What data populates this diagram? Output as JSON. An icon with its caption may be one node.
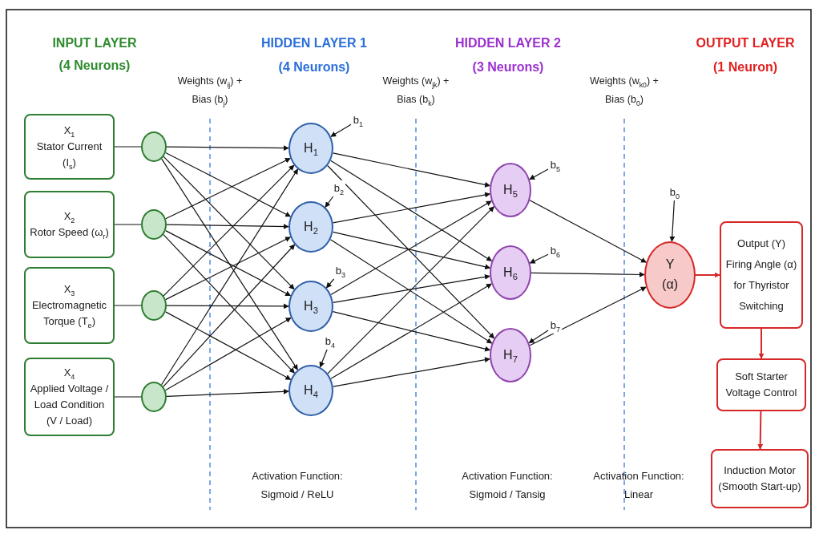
{
  "diagram": {
    "nodes": [
      {
        "text": [
          "X$_{1}$",
          "Stator Current (I$_{s}$)"
        ]
      },
      {
        "text": [
          "X$_{2}$",
          "Rotor Speed (ω$_{r}$)"
        ]
      },
      {
        "text": [
          "X$_{3}$",
          "Electromagnetic Torque (T$_{e}$)"
        ]
      },
      {
        "text": [
          "X$_{4}$",
          "Applied Voltage / Load Condition (V / Load)"
        ]
      },
      {
        "text": [],
        "shape": "circle"
      },
      {
        "text": [],
        "shape": "circle"
      },
      {
        "text": [],
        "shape": "circle"
      },
      {
        "text": [],
        "shape": "circle"
      },
      {
        "text": [
          "H$_{1}$"
        ]
      },
      {
        "text": [
          "H$_{2}$"
        ]
      },
      {
        "text": [
          "H$_{3}$"
        ]
      },
      {
        "text": [
          "H$_{4}$"
        ]
      },
      {
        "text": [
          "H$_{5}$"
        ]
      },
      {
        "text": [
          "H$_{6}$"
        ]
      },
      {
        "text": [
          "H$_{7}$"
        ]
      },
      {
        "text": [
          "Y (α)"
        ]
      },
      {
        "text": [
          "Output (Y) Firing Angle (α) for Thyristor Switching"
        ]
      },
      {
        "text": [
          "Soft Starter Voltage Control"
        ]
      },
      {
        "text": [
          "Induction Motor (Smooth Start-up)"
        ]
      },
      {
        "text": [
          "b$_{1}$"
        ]
      },
      {
        "text": [
          "b$_{2}$"
        ]
      },
      {
        "text": [
          "b$_{3}$"
        ]
      },
      {
        "text": [
          "b$_{4}$"
        ]
      },
      {
        "text": [
          "b$_{5}$"
        ]
      },
      {
        "text": [
          "b$_{6}$"
        ]
      },
      {
        "text": [
          "b$_{7}$"
        ]
      },
      {
        "text": [
          "b$_{0}$"
        ]
      }
    ],
    "edges": [
      {
        "from": 0,
        "to": 4,
        "arrow": "none"
      },
      {
        "from": 1,
        "to": 5,
        "arrow": "none"
      },
      {
        "from": 2,
        "to": 6,
        "arrow": "none"
      },
      {
        "from": 3,
        "to": 7,
        "arrow": "none"
      },
      {
        "from": 4,
        "to": 8,
        "arrow": "to"
      },
      {
        "from": 4,
        "to": 9,
        "arrow": "to"
      },
      {
        "from": 4,
        "to": 10,
        "arrow": "to"
      },
      {
        "from": 4,
        "to": 11,
        "arrow": "to"
      },
      {
        "from": 5,
        "to": 8,
        "arrow": "to"
      },
      {
        "from": 5,
        "to": 9,
        "arrow": "to"
      },
      {
        "from": 5,
        "to": 10,
        "arrow": "to"
      },
      {
        "from": 5,
        "to": 11,
        "arrow": "to"
      },
      {
        "from": 6,
        "to": 8,
        "arrow": "to"
      },
      {
        "from": 6,
        "to": 9,
        "arrow": "to"
      },
      {
        "from": 6,
        "to": 10,
        "arrow": "to"
      },
      {
        "from": 6,
        "to": 11,
        "arrow": "to"
      },
      {
        "from": 7,
        "to": 8,
        "arrow": "to"
      },
      {
        "from": 7,
        "to": 9,
        "arrow": "to"
      },
      {
        "from": 7,
        "to": 10,
        "arrow": "to"
      },
      {
        "from": 7,
        "to": 11,
        "arrow": "to"
      },
      {
        "from": 8,
        "to": 12,
        "arrow": "to"
      },
      {
        "from": 8,
        "to": 13,
        "arrow": "to"
      },
      {
        "from": 8,
        "to": 14,
        "arrow": "to"
      },
      {
        "from": 9,
        "to": 12,
        "arrow": "to"
      },
      {
        "from": 9,
        "to": 13,
        "arrow": "to"
      },
      {
        "from": 9,
        "to": 14,
        "arrow": "to"
      },
      {
        "from": 10,
        "to": 12,
        "arrow": "to"
      },
      {
        "from": 10,
        "to": 13,
        "arrow": "to"
      },
      {
        "from": 10,
        "to": 14,
        "arrow": "to"
      },
      {
        "from": 11,
        "to": 12,
        "arrow": "to"
      },
      {
        "from": 11,
        "to": 13,
        "arrow": "to"
      },
      {
        "from": 11,
        "to": 14,
        "arrow": "to"
      },
      {
        "from": 12,
        "to": 15,
        "arrow": "to"
      },
      {
        "from": 13,
        "to": 15,
        "arrow": "to"
      },
      {
        "from": 14,
        "to": 15,
        "arrow": "to"
      },
      {
        "from": 15,
        "to": 16,
        "arrow": "to",
        "color": "#d62828"
      },
      {
        "from": 16,
        "to": 17,
        "arrow": "to",
        "color": "#d62828"
      },
      {
        "from": 17,
        "to": 18,
        "arrow": "to",
        "color": "#d62828"
      },
      {
        "from": 19,
        "to": 8,
        "arrow": "to"
      },
      {
        "from": 20,
        "to": 9,
        "arrow": "to"
      },
      {
        "from": 21,
        "to": 10,
        "arrow": "to"
      },
      {
        "from": 22,
        "to": 11,
        "arrow": "to"
      },
      {
        "from": 23,
        "to": 12,
        "arrow": "to"
      },
      {
        "from": 24,
        "to": 13,
        "arrow": "to"
      },
      {
        "from": 25,
        "to": 14,
        "arrow": "to"
      },
      {
        "from": 26,
        "to": 15,
        "arrow": "to"
      }
    ],
    "labels": [
      "INPUT LAYER",
      "HIDDEN LAYER 1",
      "HIDDEN LAYER 2",
      "OUTPUT LAYER",
      "(4 Neurons)",
      "(4 Neurons)",
      "(3 Neurons)",
      "(1 Neuron)",
      "Weights (w$_{ij}$) + Bias (b$_{j}$)",
      "Weights (w$_{jk}$) + Bias (b$_{k}$)",
      "Weights (w$_{k0}$) + Bias (b$_{0}$)",
      "Activation Function: Sigmoid / ReLU",
      "Activation Function: Sigmoid / Tansig",
      "Activation Function: Linear"
    ]
  }
}
